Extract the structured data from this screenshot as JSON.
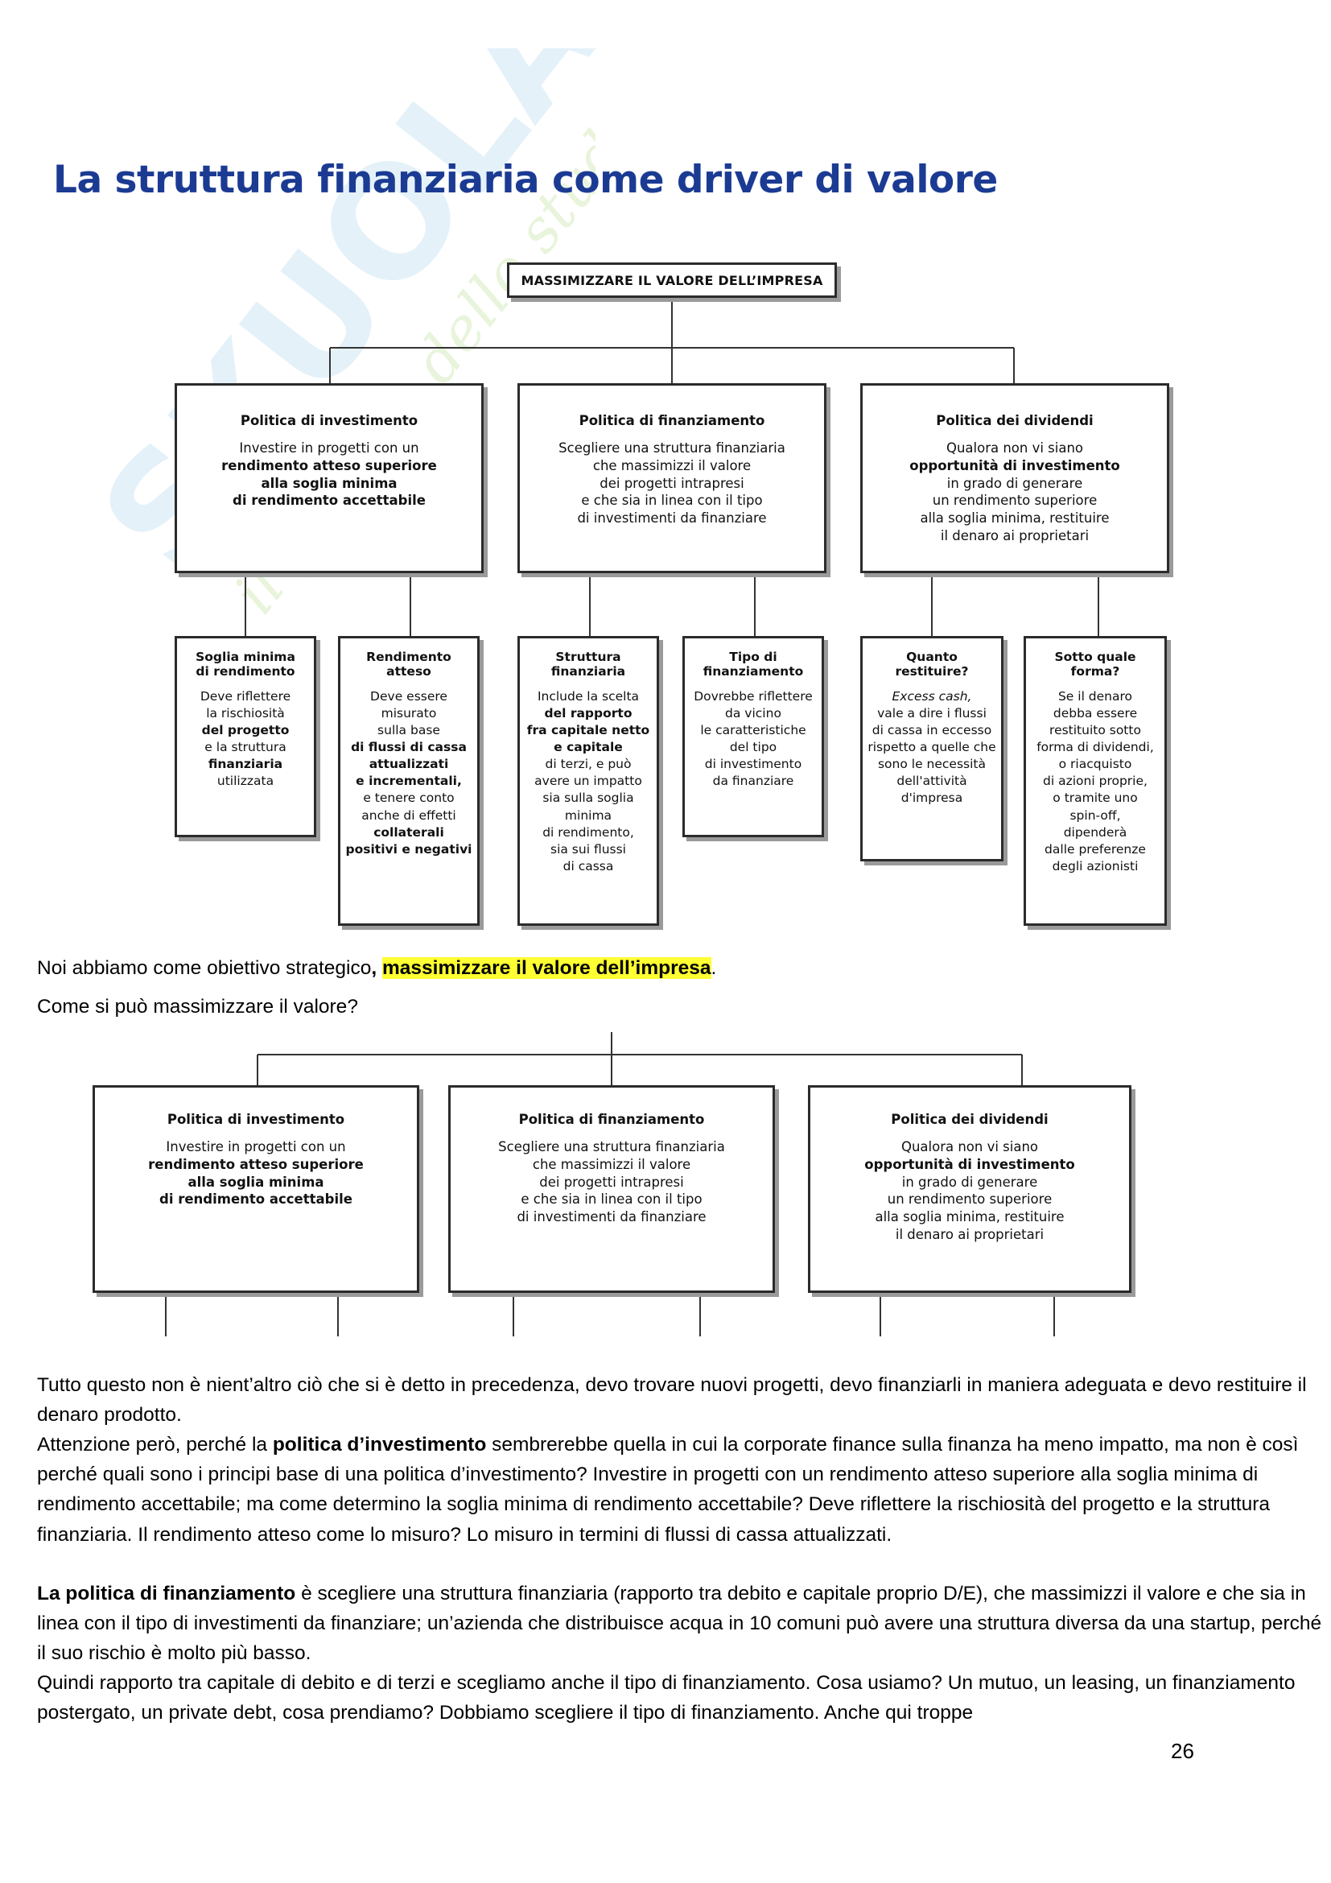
{
  "watermark": {
    "brand": "SKUOLA.net",
    "tagline": "il portale dello studente"
  },
  "slide_title": "La struttura finanziaria come driver di valore",
  "diagram_full": {
    "root": "MASSIMIZZARE IL VALORE DELL’IMPRESA",
    "policies": [
      {
        "title": "Politica di investimento",
        "lines": [
          "Investire in progetti con un",
          "rendimento atteso superiore",
          "alla soglia minima",
          "di rendimento accettabile"
        ]
      },
      {
        "title": "Politica di finanziamento",
        "lines": [
          "Scegliere una struttura finanziaria",
          "che massimizzi il valore",
          "dei progetti intrapresi",
          "e che sia in linea con il tipo",
          "di investimenti da finanziare"
        ]
      },
      {
        "title": "Politica dei dividendi",
        "lines": [
          "Qualora non vi siano",
          "opportunità di investimento",
          "in grado di generare",
          "un rendimento superiore",
          "alla soglia minima, restituire",
          "il denaro ai proprietari"
        ]
      }
    ],
    "details": [
      {
        "title": [
          "Soglia minima",
          "di rendimento"
        ],
        "lines": [
          "Deve riflettere",
          "la rischiosità",
          "del progetto",
          "e la struttura",
          "finanziaria",
          "utilizzata"
        ]
      },
      {
        "title": [
          "Rendimento",
          "atteso"
        ],
        "lines": [
          "Deve essere",
          "misurato",
          "sulla base",
          "di flussi di cassa",
          "attualizzati",
          "e incrementali,",
          "e tenere conto",
          "anche di effetti",
          "collaterali",
          "positivi e negativi"
        ]
      },
      {
        "title": [
          "Struttura",
          "finanziaria"
        ],
        "lines": [
          "Include la scelta",
          "del rapporto",
          "fra capitale netto",
          "e capitale",
          "di terzi, e può",
          "avere un impatto",
          "sia sulla soglia",
          "minima",
          "di rendimento,",
          "sia sui flussi",
          "di cassa"
        ]
      },
      {
        "title": [
          "Tipo di",
          "finanziamento"
        ],
        "lines": [
          "Dovrebbe riflettere",
          "da vicino",
          "le caratteristiche",
          "del tipo",
          "di investimento",
          "da finanziare"
        ]
      },
      {
        "title": [
          "Quanto",
          "restituire?"
        ],
        "lines": [
          "Excess cash,",
          "vale a dire i flussi",
          "di cassa in eccesso",
          "rispetto a quelle che",
          "sono le necessità",
          "dell'attività",
          "d'impresa"
        ]
      },
      {
        "title": [
          "Sotto quale",
          "forma?"
        ],
        "lines": [
          "Se il denaro",
          "debba essere",
          "restituito sotto",
          "forma di dividendi,",
          "o riacquisto",
          "di azioni proprie,",
          "o tramite uno",
          "spin-off,",
          "dipenderà",
          "dalle preferenze",
          "degli azionisti"
        ]
      }
    ]
  },
  "text": {
    "p1_pre": "Noi abbiamo come obiettivo strategico",
    "p1_comma": ", ",
    "p1_highlight": "massimizzare il valore dell’impresa",
    "p1_post": ".",
    "p2": "Come si può massimizzare il valore?",
    "p3": "Tutto questo non è nient’altro ciò che si è detto in precedenza, devo trovare nuovi progetti, devo finanziarli in maniera adeguata e devo restituire il denaro prodotto.",
    "p4_pre": "Attenzione però, perché la ",
    "p4_bold": "politica d’investimento",
    "p4_post": " sembrerebbe quella in cui la corporate finance sulla finanza ha meno impatto, ma non è così perché quali sono i principi base di una politica d’investimento? Investire in progetti con un rendimento atteso superiore alla soglia minima di rendimento accettabile; ma come determino la soglia minima di rendimento accettabile? Deve riflettere la rischiosità del progetto e la struttura finanziaria. Il rendimento atteso come lo misuro? Lo misuro in termini di flussi di cassa attualizzati.",
    "p5_bold": "La politica di finanziamento",
    "p5_post": " è scegliere una struttura finanziaria (rapporto tra debito e capitale proprio D/E), che massimizzi il valore e che sia in linea con il tipo di investimenti da finanziare; un’azienda che distribuisce acqua in 10 comuni può avere una struttura diversa da una startup, perché il suo rischio è molto più basso.",
    "p6": "Quindi rapporto tra capitale di debito e di terzi e scegliamo anche il tipo di finanziamento. Cosa usiamo? Un mutuo, un leasing, un finanziamento postergato, un private debt, cosa prendiamo? Dobbiamo scegliere il tipo di finanziamento. Anche qui troppe"
  },
  "page_number": "26"
}
